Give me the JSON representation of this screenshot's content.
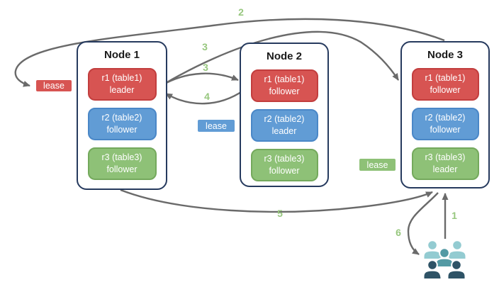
{
  "diagram": {
    "nodes": [
      {
        "title": "Node 1",
        "replicas": [
          {
            "label": "r1 (table1)",
            "role": "leader",
            "color": "red"
          },
          {
            "label": "r2 (table2)",
            "role": "follower",
            "color": "blue"
          },
          {
            "label": "r3 (table3)",
            "role": "follower",
            "color": "green"
          }
        ]
      },
      {
        "title": "Node 2",
        "replicas": [
          {
            "label": "r1 (table1)",
            "role": "follower",
            "color": "red"
          },
          {
            "label": "r2 (table2)",
            "role": "leader",
            "color": "blue"
          },
          {
            "label": "r3 (table3)",
            "role": "follower",
            "color": "green"
          }
        ]
      },
      {
        "title": "Node 3",
        "replicas": [
          {
            "label": "r1 (table1)",
            "role": "follower",
            "color": "red"
          },
          {
            "label": "r2 (table2)",
            "role": "follower",
            "color": "blue"
          },
          {
            "label": "r3 (table3)",
            "role": "leader",
            "color": "green"
          }
        ]
      }
    ],
    "leases": [
      {
        "label": "lease",
        "color": "red"
      },
      {
        "label": "lease",
        "color": "blue"
      },
      {
        "label": "lease",
        "color": "green"
      }
    ],
    "steps": [
      {
        "id": "step-1",
        "label": "1"
      },
      {
        "id": "step-2",
        "label": "2"
      },
      {
        "id": "step-3a",
        "label": "3"
      },
      {
        "id": "step-3b",
        "label": "3"
      },
      {
        "id": "step-4",
        "label": "4"
      },
      {
        "id": "step-5",
        "label": "5"
      },
      {
        "id": "step-6",
        "label": "6"
      }
    ],
    "icons": {
      "clients": "users-icon"
    }
  },
  "colors": {
    "red-fill": "#D75452",
    "red-border": "#C23E3E",
    "blue-fill": "#619CD5",
    "blue-border": "#4A87C7",
    "green-fill": "#8EC177",
    "green-border": "#74A95C",
    "node-border": "#263A5E",
    "arrow": "#6A6A6A",
    "step-label": "#97C77E",
    "users-light": "#93CBD1",
    "users-mid": "#549AA4",
    "users-dark": "#2E5366",
    "title-text": "#1A1A1A",
    "box-text": "#FFFFFF"
  }
}
